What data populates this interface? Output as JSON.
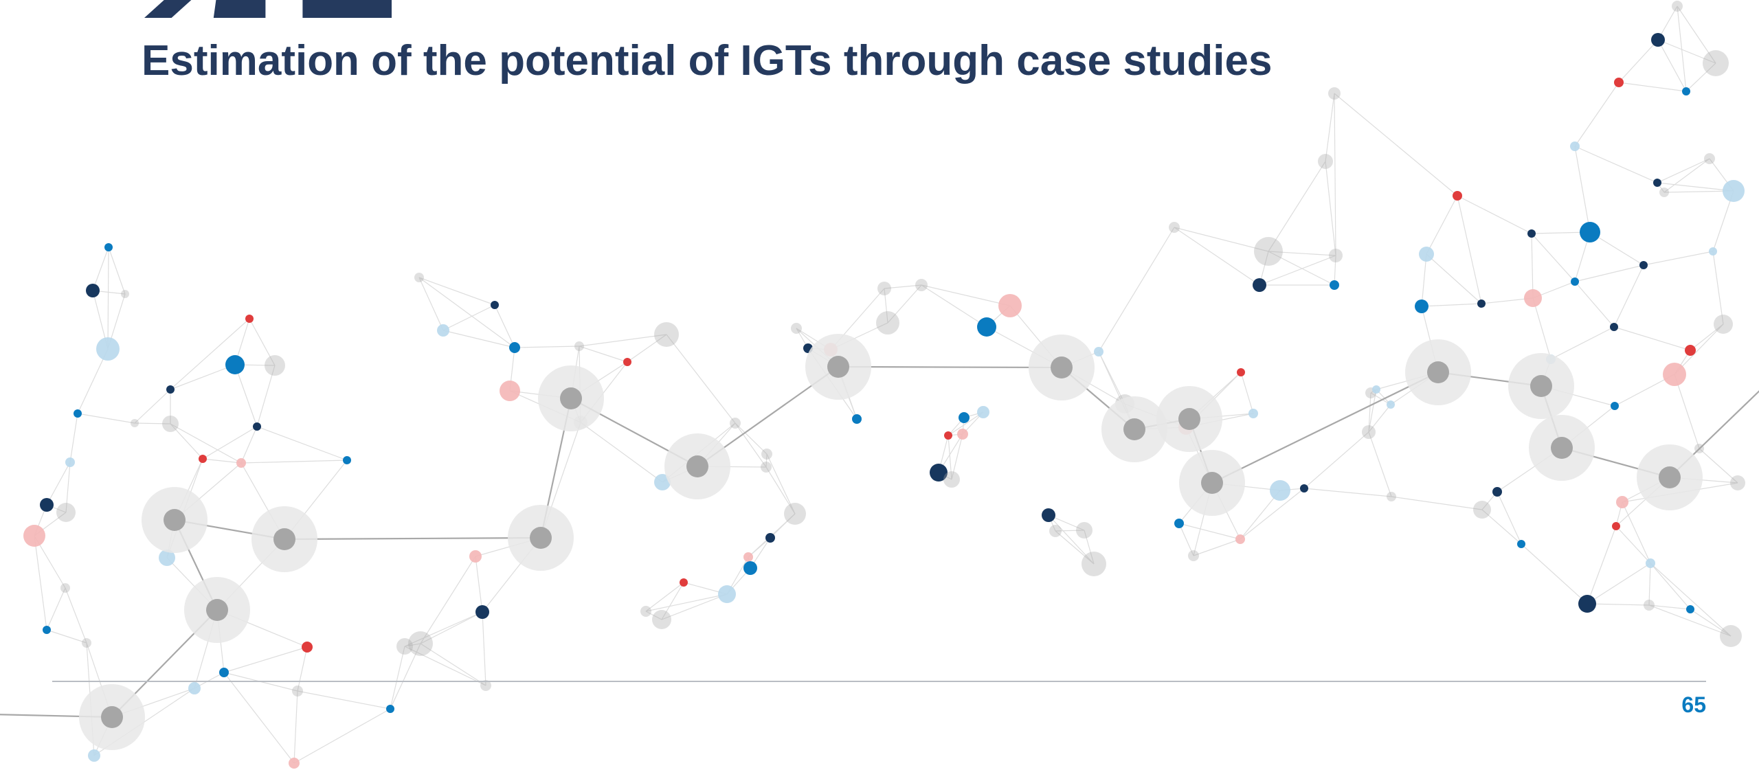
{
  "slide": {
    "title": "Estimation of the potential of IGTs through case studies",
    "page_number": "65"
  },
  "colors": {
    "title": "#253a5e",
    "accent_blue": "#0a7bc0",
    "dark_navy": "#17375e",
    "red": "#e03c3c",
    "light_blue": "#b8d8ec",
    "pink": "#f4b6b6",
    "gray_node": "#a6a6a6",
    "halo": "#e8e8e8",
    "footer_line": "#b9bdc3"
  },
  "icons": {
    "background": "network-graph-decoration",
    "section_number": "section-number-fragment"
  }
}
